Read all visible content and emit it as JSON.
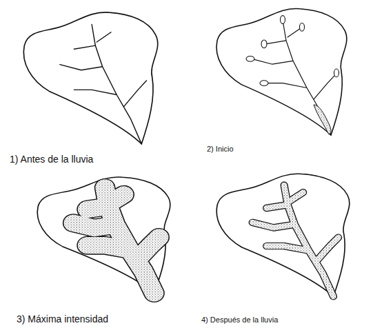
{
  "diagram": {
    "labels": [
      "1) Antes de la lluvia",
      "2) Inicio",
      "3) Máxima intensidad",
      "4) Después de la lluvia"
    ]
  }
}
